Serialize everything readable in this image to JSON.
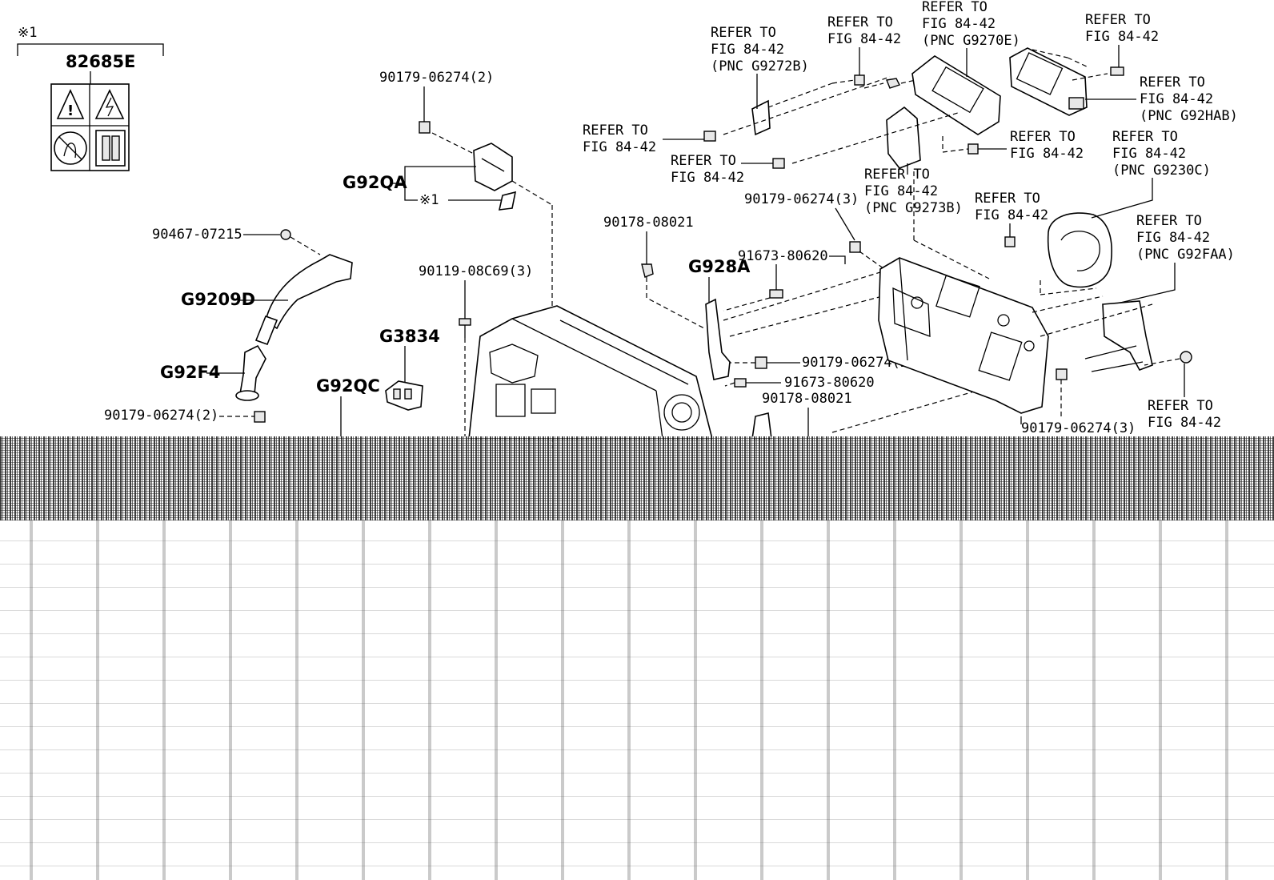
{
  "labels": {
    "note_mark": "※1",
    "note_mark_2": "※1",
    "p82685E": "82685E",
    "p90179_a": "90179-06274(2)",
    "pG92QA": "G92QA",
    "p90467": "90467-07215",
    "pG9209D": "G9209D",
    "pG92F4": "G92F4",
    "p90179_b": "90179-06274(2)",
    "pG92QC": "G92QC",
    "pG3834": "G3834",
    "p90119": "90119-08C69(3)",
    "p90178_a": "90178-08021",
    "pG928A": "G928A",
    "p91673_a": "91673-80620",
    "p90179_c": "90179-06274(3)",
    "p90179_d": "90179-06274(2)",
    "p91673_b": "91673-80620",
    "p90178_b": "90178-08021",
    "p90179_e": "90179-06274(3)"
  },
  "refer": {
    "r1": [
      "REFER TO",
      "FIG 84-42",
      "(PNC G9272B)"
    ],
    "r2": [
      "REFER TO",
      "FIG 84-42"
    ],
    "r3": [
      "REFER TO",
      "FIG 84-42",
      "(PNC G9270E)"
    ],
    "r4": [
      "REFER TO",
      "FIG 84-42"
    ],
    "r5": [
      "REFER TO",
      "FIG 84-42",
      "(PNC G92HAB)"
    ],
    "r6": [
      "REFER TO",
      "FIG 84-42"
    ],
    "r7": [
      "REFER TO",
      "FIG 84-42"
    ],
    "r8": [
      "REFER TO",
      "FIG 84-42"
    ],
    "r9": [
      "REFER TO",
      "FIG 84-42",
      "(PNC G9230C)"
    ],
    "r10": [
      "REFER TO",
      "FIG 84-42",
      "(PNC G9273B)"
    ],
    "r11": [
      "REFER TO",
      "FIG 84-42"
    ],
    "r12": [
      "REFER TO",
      "FIG 84-42",
      "(PNC G92FAA)"
    ],
    "r13": [
      "REFER TO",
      "FIG 84-42"
    ]
  }
}
